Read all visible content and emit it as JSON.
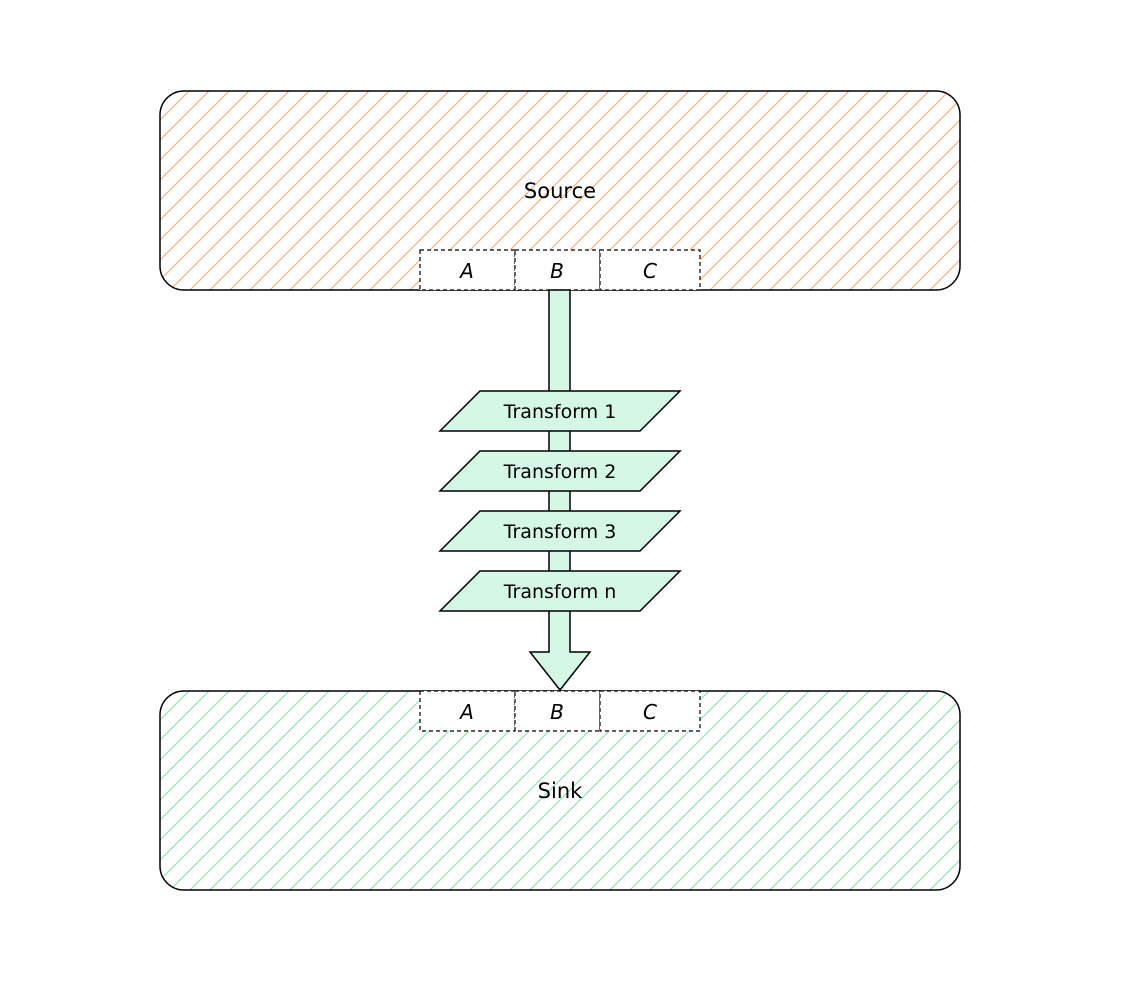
{
  "colors": {
    "source_hatch": "#f5b27c",
    "sink_hatch": "#8ee6b0",
    "flow_fill": "#d5f8e6",
    "transform_fill": "#d5f8e6",
    "stroke": "#000000",
    "background": "#ffffff"
  },
  "source": {
    "label": "Source",
    "fields": [
      "A",
      "B",
      "C"
    ]
  },
  "sink": {
    "label": "Sink",
    "fields": [
      "A",
      "B",
      "C"
    ]
  },
  "transforms": [
    "Transform 1",
    "Transform 2",
    "Transform 3",
    "Transform n"
  ]
}
